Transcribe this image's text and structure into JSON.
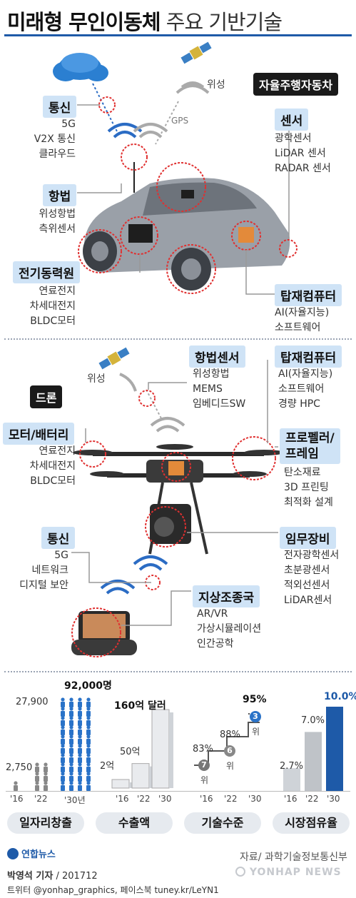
{
  "header": {
    "title_bold": "미래형 무인이동체",
    "title_rest": "주요 기반기술"
  },
  "car": {
    "tag": "자율주행자동차",
    "satellite_label": "위성",
    "gps_label": "GPS",
    "comm": {
      "title": "통신",
      "items": "5G\nV2X 통신\n클라우드"
    },
    "nav": {
      "title": "항법",
      "items": "위성항법\n측위센서"
    },
    "power": {
      "title": "전기동력원",
      "items": "연료전지\n차세대전지\nBLDC모터"
    },
    "sensor": {
      "title": "센서",
      "items": "광학센서\nLiDAR 센서\nRADAR 센서"
    },
    "computer": {
      "title": "탑재컴퓨터",
      "items": "AI(자율지능)\n소프트웨어"
    }
  },
  "drone": {
    "tag": "드론",
    "satellite_label": "위성",
    "nav": {
      "title": "항법센서",
      "items": "위성항법\nMEMS\n임베디드SW"
    },
    "computer": {
      "title": "탑재컴퓨터",
      "items": "AI(자율지능)\n소프트웨어\n경량 HPC"
    },
    "motor": {
      "title": "모터/배터리",
      "items": "연료전지\n차세대전지\nBLDC모터"
    },
    "propeller": {
      "title_line1": "프로펠러/",
      "title_line2": "프레임",
      "items": "탄소재료\n3D 프린팅\n최적화 설계"
    },
    "comm": {
      "title": "통신",
      "items": "5G\n네트워크\n디지털 보안"
    },
    "mission": {
      "title": "임무장비",
      "items": "전자광학센서\n초분광센서\n적외선센서\nLiDAR센서"
    },
    "ground": {
      "title": "지상조종국",
      "items": "AR/VR\n가상시뮬레이션\n인간공학"
    }
  },
  "stats": {
    "jobs": {
      "label": "일자리창출",
      "values": [
        "2,750",
        "27,900",
        "92,000명"
      ],
      "years": [
        "'16",
        "'22",
        "'30년"
      ],
      "counts": [
        2750,
        27900,
        92000
      ]
    },
    "exports": {
      "label": "수출액",
      "values": [
        "2억",
        "50억",
        "160억 달러"
      ],
      "years": [
        "'16",
        "'22",
        "'30"
      ],
      "amounts": [
        2,
        50,
        160
      ]
    },
    "tech": {
      "label": "기술수준",
      "percents": [
        "83%",
        "88%",
        "95%"
      ],
      "ranks": [
        "7",
        "6",
        "3"
      ],
      "rank_suffix": "위",
      "years": [
        "'16",
        "'22",
        "'30"
      ]
    },
    "share": {
      "label": "시장점유율",
      "values": [
        "2.7%",
        "7.0%",
        "10.0%"
      ],
      "years": [
        "'16",
        "'22",
        "'30"
      ],
      "percent": [
        2.7,
        7.0,
        10.0
      ]
    }
  },
  "footer": {
    "logo": "연합뉴스",
    "source": "자료/ 과학기술정보통신부",
    "reporter": "박영석 기자",
    "date": "/ 201712",
    "social": "트위터 @yonhap_graphics, 페이스북 tuney.kr/LeYN1",
    "watermark": "YONHAP NEWS"
  },
  "colors": {
    "accent": "#1e5aa8",
    "chip": "#cfe3f6",
    "highlight": "#2a73c8",
    "dotted_circle": "#e03030"
  }
}
